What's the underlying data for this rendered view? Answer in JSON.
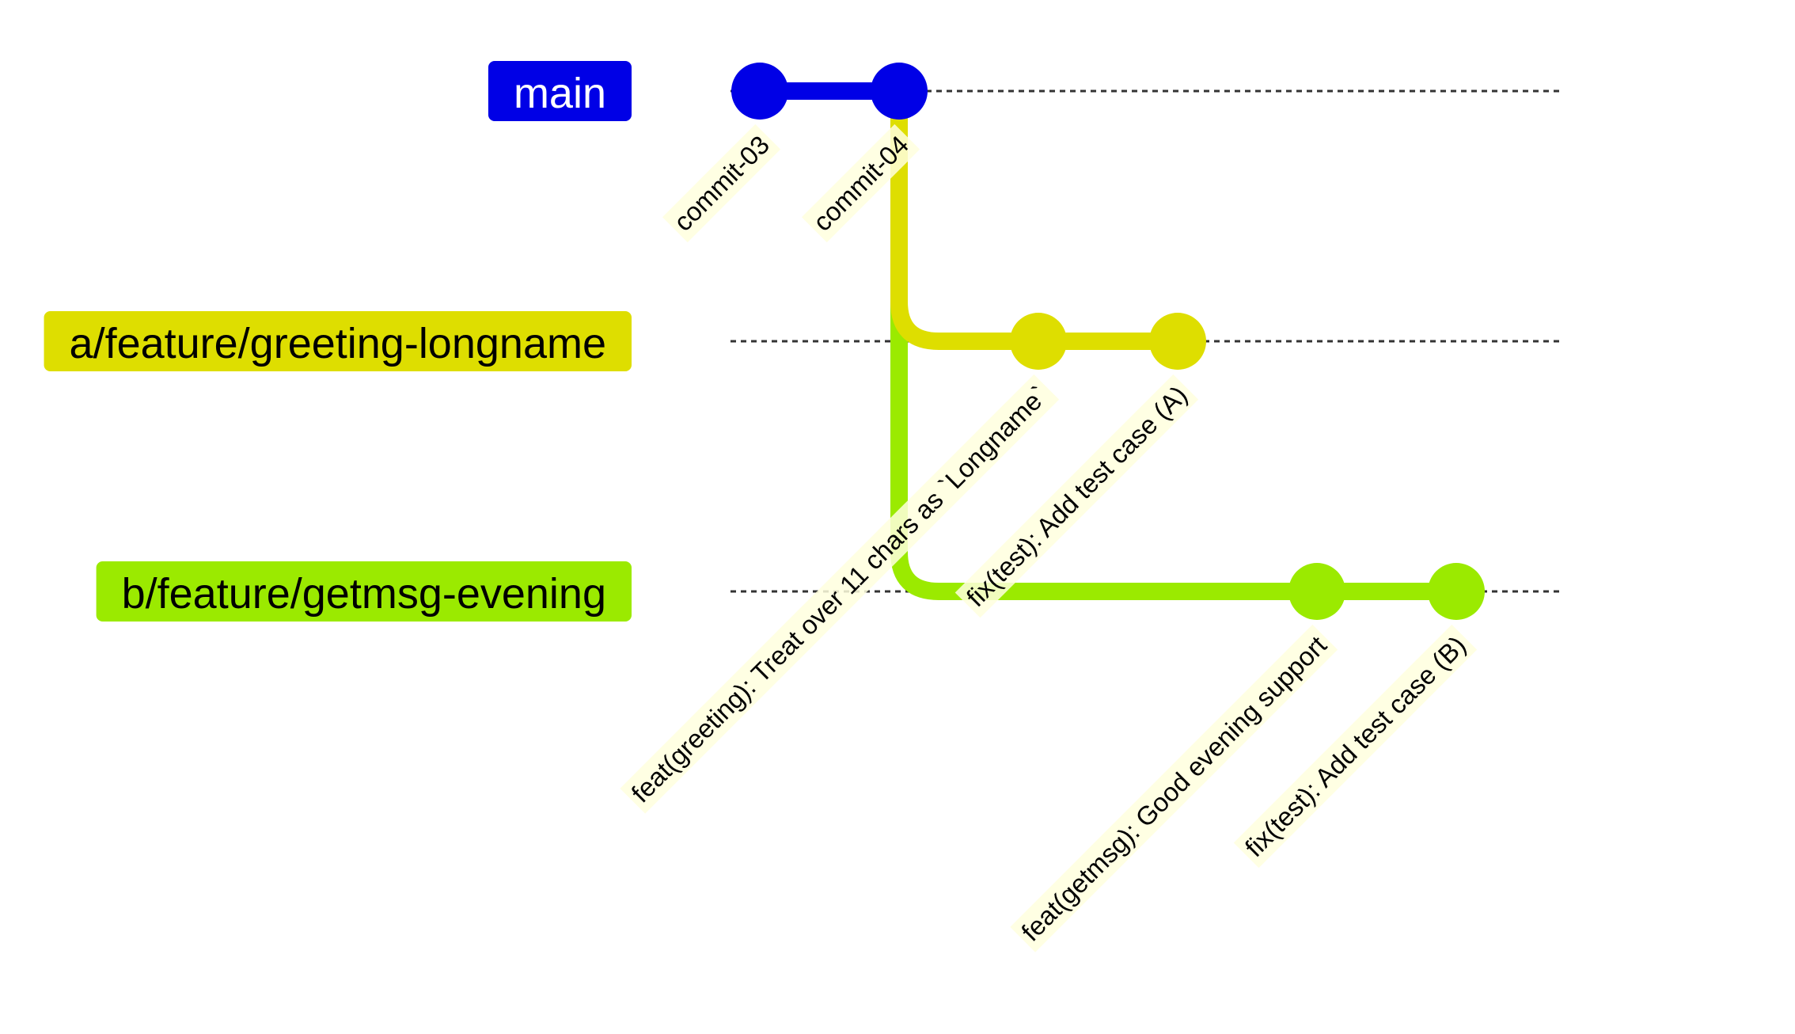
{
  "branches": [
    {
      "name": "main",
      "color": "#0000e6",
      "text_color": "#ffffff"
    },
    {
      "name": "a/feature/greeting-longname",
      "color": "#dede00",
      "text_color": "#000000"
    },
    {
      "name": "b/feature/getmsg-evening",
      "color": "#9bea00",
      "text_color": "#000000"
    }
  ],
  "commits": [
    {
      "id": "commit-03",
      "branch": "main",
      "order": 0
    },
    {
      "id": "commit-04",
      "branch": "main",
      "order": 1
    },
    {
      "id": "feat(greeting): Treat over 11 chars as `Longname`",
      "branch": "a/feature/greeting-longname",
      "order": 2
    },
    {
      "id": "fix(test): Add test case (A)",
      "branch": "a/feature/greeting-longname",
      "order": 3
    },
    {
      "id": "feat(getmsg): Good evening support",
      "branch": "b/feature/getmsg-evening",
      "order": 4
    },
    {
      "id": "fix(test): Add test case (B)",
      "branch": "b/feature/getmsg-evening",
      "order": 5
    }
  ],
  "branch_points": [
    {
      "from": "main",
      "to": "a/feature/greeting-longname",
      "at": "commit-04"
    },
    {
      "from": "main",
      "to": "b/feature/getmsg-evening",
      "at": "commit-04"
    }
  ],
  "label_bg_color": "#ffffde"
}
